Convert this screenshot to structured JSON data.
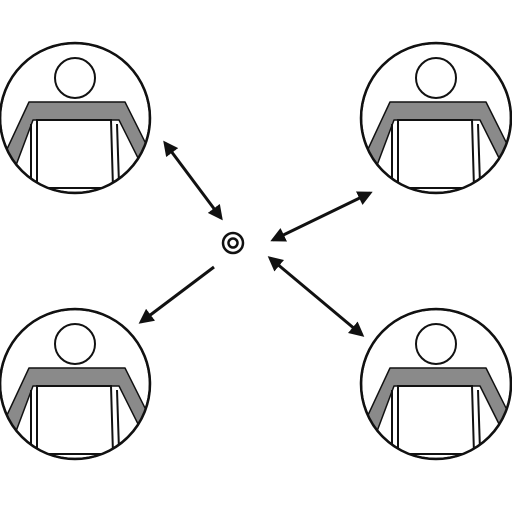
{
  "diagram": {
    "nodes": [
      {
        "id": "person-top-left",
        "icon": "person-icon"
      },
      {
        "id": "person-top-right",
        "icon": "person-icon"
      },
      {
        "id": "person-bottom-left",
        "icon": "person-icon"
      },
      {
        "id": "person-bottom-right",
        "icon": "person-icon"
      }
    ],
    "hub": {
      "icon": "target-icon"
    },
    "arrows": [
      {
        "id": "arrow-hub-top-left",
        "heads": "both"
      },
      {
        "id": "arrow-hub-top-right",
        "heads": "both"
      },
      {
        "id": "arrow-hub-bottom-left",
        "heads": "end"
      },
      {
        "id": "arrow-hub-bottom-right",
        "heads": "both"
      }
    ],
    "colors": {
      "background": "#ffffff",
      "outline": "#111111",
      "shoulders": "#8a8a8a",
      "arrow": "#111111"
    }
  }
}
